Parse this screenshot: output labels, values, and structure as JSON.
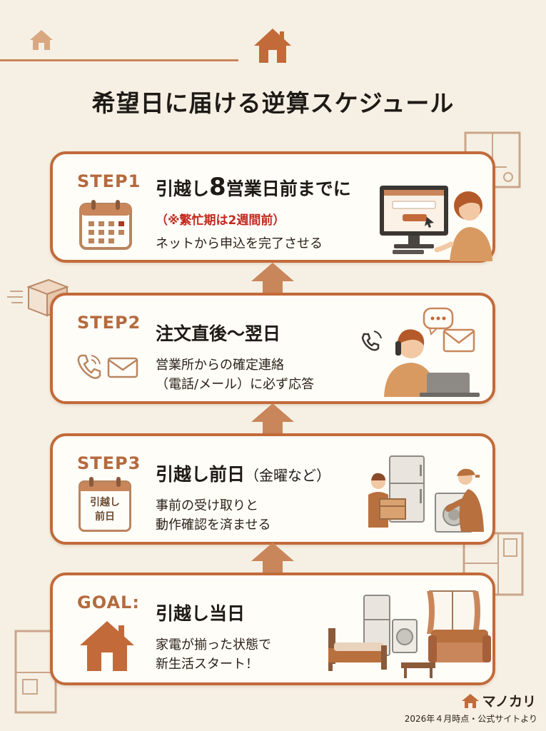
{
  "title": "希望日に届ける逆算スケジュール",
  "steps": [
    {
      "label": "STEP1",
      "heading_pre": "引越し",
      "heading_big": "8",
      "heading_post": "営業日前までに",
      "note": "（※繁忙期は2週間前）",
      "text": [
        "ネットから申込を完了させる"
      ],
      "icon": "calendar-icon"
    },
    {
      "label": "STEP2",
      "heading": "注文直後〜翌日",
      "text": [
        "営業所からの確定連絡",
        "（電話/メール）に必ず応答"
      ],
      "icon": "phone-mail-icon"
    },
    {
      "label": "STEP3",
      "heading": "引越し前日",
      "heading_paren": "（金曜など）",
      "calendar_text": [
        "引越し",
        "前日"
      ],
      "text": [
        "事前の受け取りと",
        "動作確認を済ませる"
      ],
      "icon": "calendar-day-icon"
    },
    {
      "label": "GOAL:",
      "heading": "引越し当日",
      "text": [
        "家電が揃った状態で",
        "新生活スタート！"
      ],
      "icon": "house-icon"
    }
  ],
  "brand": "マノカリ",
  "credit": "2026年４月時点・公式サイトより",
  "colors": {
    "accent": "#c26a3a",
    "background": "#f6f0e4",
    "note": "#c22a1f"
  }
}
